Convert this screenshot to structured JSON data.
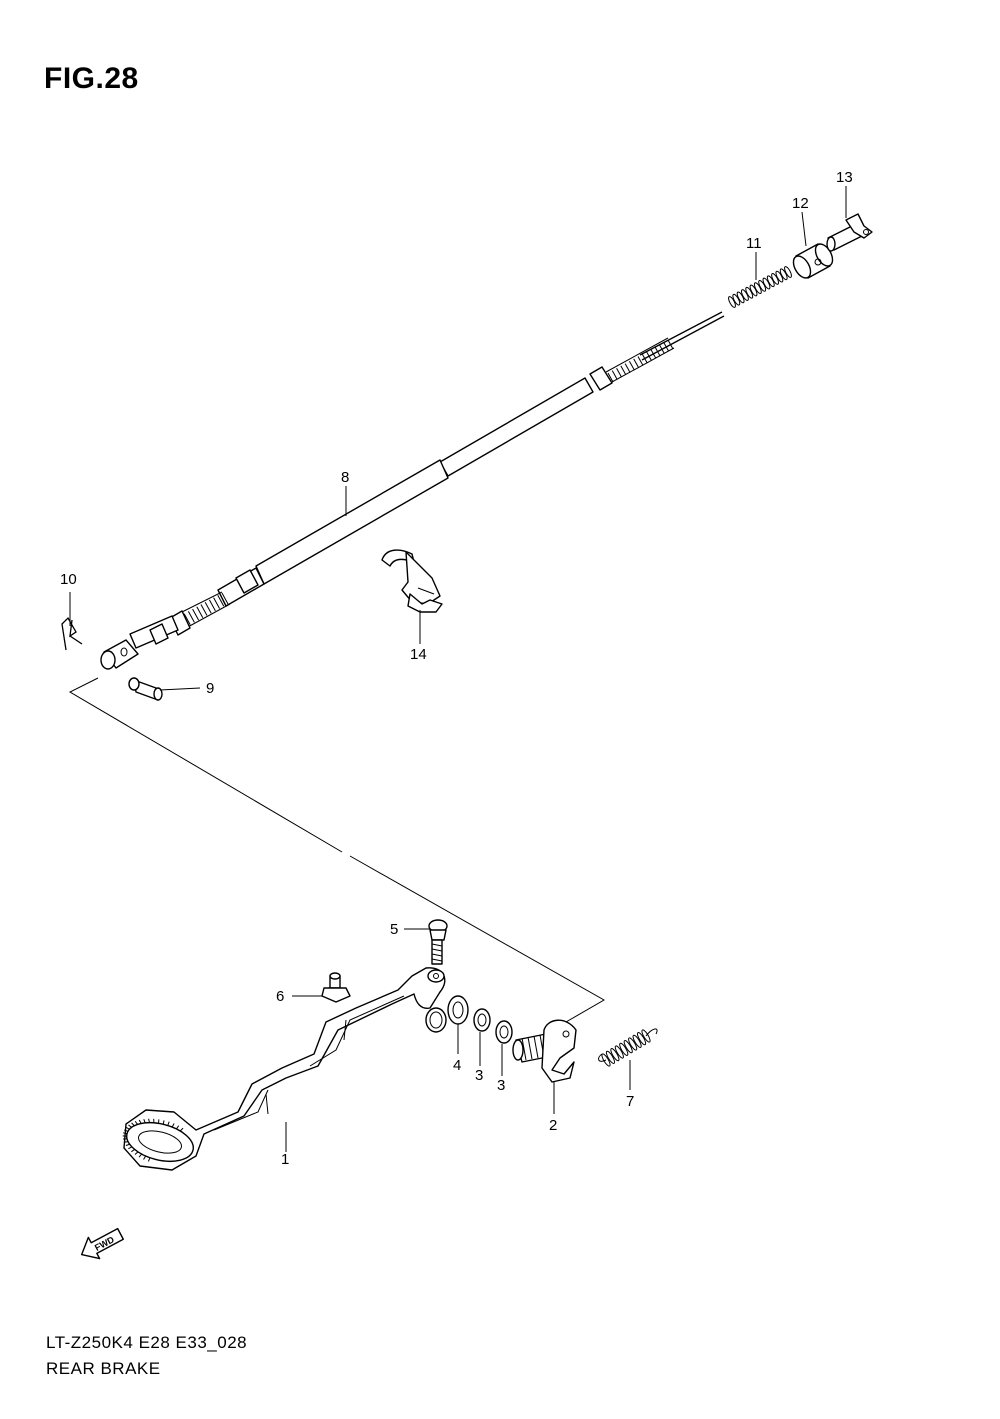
{
  "figure": {
    "title": "FIG.28",
    "model_code": "LT-Z250K4 E28 E33_028",
    "section_name": "REAR BRAKE"
  },
  "fwd_badge": {
    "label": "FWD",
    "icon": "fwd-arrow-icon"
  },
  "callouts": [
    {
      "id": "c1",
      "label": "1",
      "part": "brake-pedal"
    },
    {
      "id": "c2",
      "label": "2",
      "part": "brake-arm-shaft"
    },
    {
      "id": "c3a",
      "label": "3",
      "part": "washer"
    },
    {
      "id": "c3b",
      "label": "3",
      "part": "washer"
    },
    {
      "id": "c4",
      "label": "4",
      "part": "washer"
    },
    {
      "id": "c5",
      "label": "5",
      "part": "bolt"
    },
    {
      "id": "c6",
      "label": "6",
      "part": "stopper"
    },
    {
      "id": "c7",
      "label": "7",
      "part": "return-spring"
    },
    {
      "id": "c8",
      "label": "8",
      "part": "brake-cable"
    },
    {
      "id": "c9",
      "label": "9",
      "part": "pin"
    },
    {
      "id": "c10",
      "label": "10",
      "part": "clip"
    },
    {
      "id": "c11",
      "label": "11",
      "part": "cable-spring"
    },
    {
      "id": "c12",
      "label": "12",
      "part": "joint"
    },
    {
      "id": "c13",
      "label": "13",
      "part": "cable-end-joint"
    },
    {
      "id": "c14",
      "label": "14",
      "part": "cable-clamp"
    }
  ]
}
